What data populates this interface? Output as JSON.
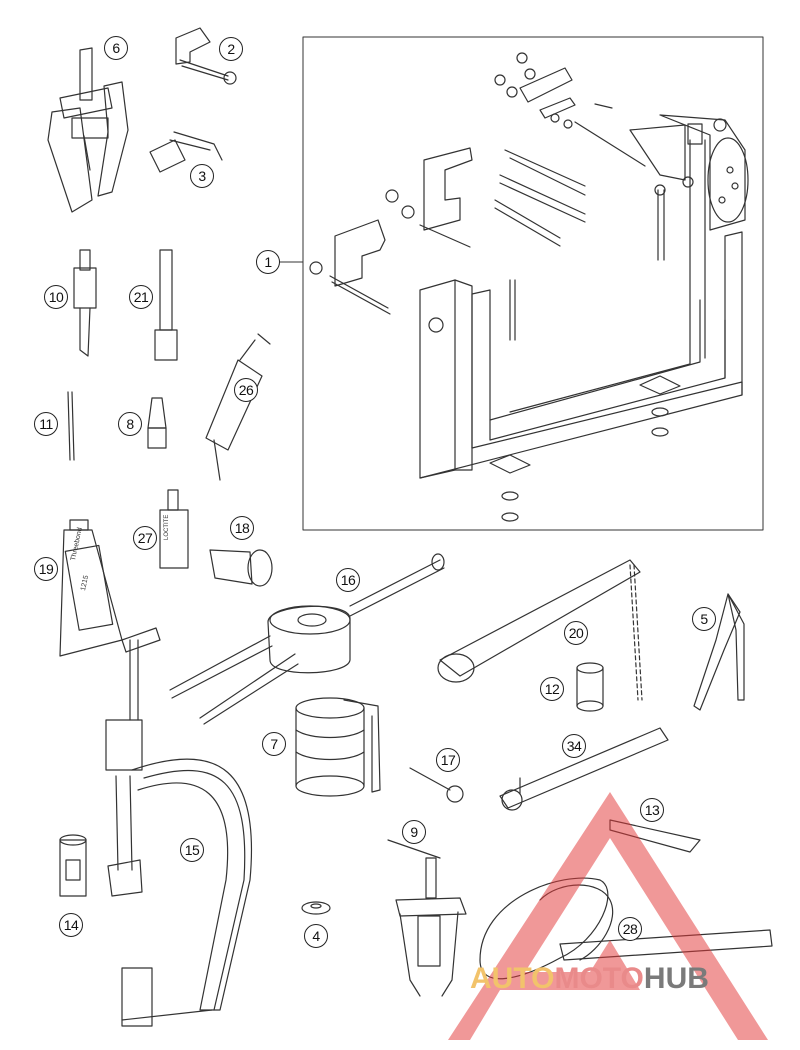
{
  "callouts": {
    "c1": "1",
    "c2": "2",
    "c3": "3",
    "c4": "4",
    "c5": "5",
    "c6": "6",
    "c7": "7",
    "c8": "8",
    "c9": "9",
    "c10": "10",
    "c11": "11",
    "c12": "12",
    "c13": "13",
    "c14": "14",
    "c15": "15",
    "c16": "16",
    "c17": "17",
    "c18": "18",
    "c19": "19",
    "c20": "20",
    "c21": "21",
    "c26": "26",
    "c27": "27",
    "c28": "28",
    "c34": "34"
  },
  "labels": {
    "tube_brand": "Threebond",
    "tube_code": "1215",
    "bottle_text": "LOCTITE"
  },
  "watermark": {
    "part1": "AUTO",
    "part2": "MOTO",
    "part3": "HUB",
    "colors": {
      "triangle": "#e23b3b",
      "auto": "#f2c36b",
      "moto": "#e98a8a",
      "hub": "#7a7a7a"
    }
  }
}
